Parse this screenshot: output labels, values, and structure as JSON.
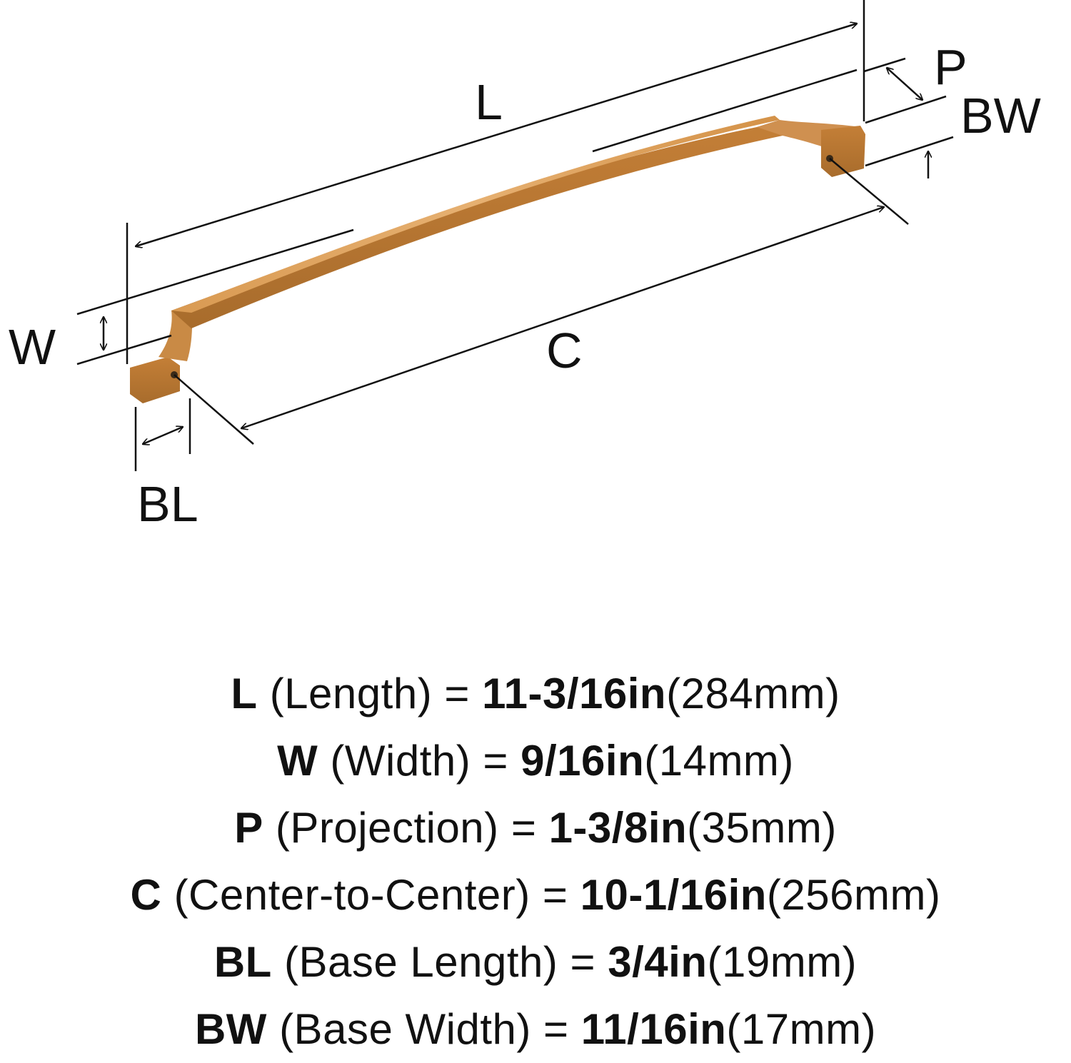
{
  "diagram": {
    "labels": {
      "L": "L",
      "W": "W",
      "P": "P",
      "BW": "BW",
      "C": "C",
      "BL": "BL"
    },
    "colors": {
      "gold_light": "#e2a964",
      "gold_mid": "#c9873f",
      "gold_dark": "#a86c2c",
      "line": "#111111"
    }
  },
  "specs": [
    {
      "code": "L",
      "name": "(Length)",
      "eq": "=",
      "imperial": "11-3/16in",
      "metric": "(284mm)"
    },
    {
      "code": "W",
      "name": "(Width)",
      "eq": "=",
      "imperial": "9/16in",
      "metric": "(14mm)"
    },
    {
      "code": "P",
      "name": "(Projection)",
      "eq": "=",
      "imperial": "1-3/8in",
      "metric": "(35mm)"
    },
    {
      "code": "C",
      "name": "(Center-to-Center)",
      "eq": "=",
      "imperial": "10-1/16in",
      "metric": "(256mm)"
    },
    {
      "code": "BL",
      "name": "(Base Length)",
      "eq": "=",
      "imperial": "3/4in",
      "metric": "(19mm)"
    },
    {
      "code": "BW",
      "name": "(Base Width)",
      "eq": "=",
      "imperial": "11/16in",
      "metric": "(17mm)"
    }
  ]
}
